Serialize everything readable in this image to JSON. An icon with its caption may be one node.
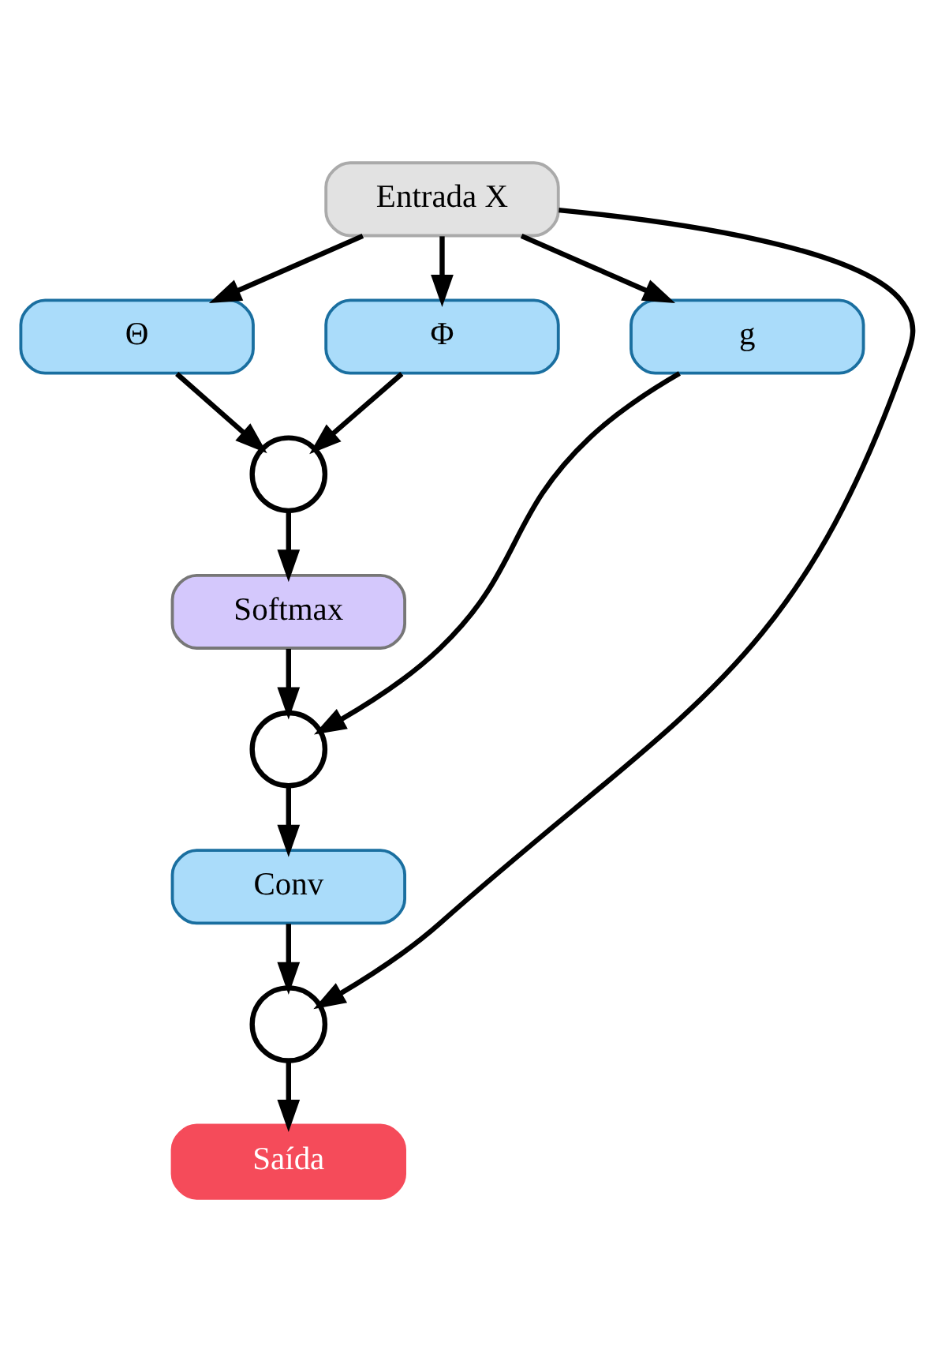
{
  "diagram": {
    "nodes": [
      {
        "text": [
          "Entrada X"
        ]
      },
      {
        "text": [
          "Θ"
        ]
      },
      {
        "text": [
          "Φ"
        ]
      },
      {
        "text": [
          "g"
        ]
      },
      {
        "text": [],
        "shape": "circle"
      },
      {
        "text": [
          "Softmax"
        ]
      },
      {
        "text": [],
        "shape": "circle"
      },
      {
        "text": [
          "Conv"
        ]
      },
      {
        "text": [],
        "shape": "circle"
      },
      {
        "text": [
          "Saída"
        ]
      }
    ],
    "edges": [
      {
        "from": 0,
        "to": 1,
        "arrow": "to"
      },
      {
        "from": 0,
        "to": 2,
        "arrow": "to"
      },
      {
        "from": 0,
        "to": 3,
        "arrow": "to"
      },
      {
        "from": 1,
        "to": 4,
        "arrow": "to"
      },
      {
        "from": 2,
        "to": 4,
        "arrow": "to"
      },
      {
        "from": 4,
        "to": 5,
        "arrow": "to"
      },
      {
        "from": 5,
        "to": 6,
        "arrow": "to"
      },
      {
        "from": 3,
        "to": 6,
        "arrow": "to"
      },
      {
        "from": 6,
        "to": 7,
        "arrow": "to"
      },
      {
        "from": 7,
        "to": 8,
        "arrow": "to"
      },
      {
        "from": 0,
        "to": 8,
        "arrow": "to"
      },
      {
        "from": 8,
        "to": 9,
        "arrow": "to"
      }
    ]
  }
}
